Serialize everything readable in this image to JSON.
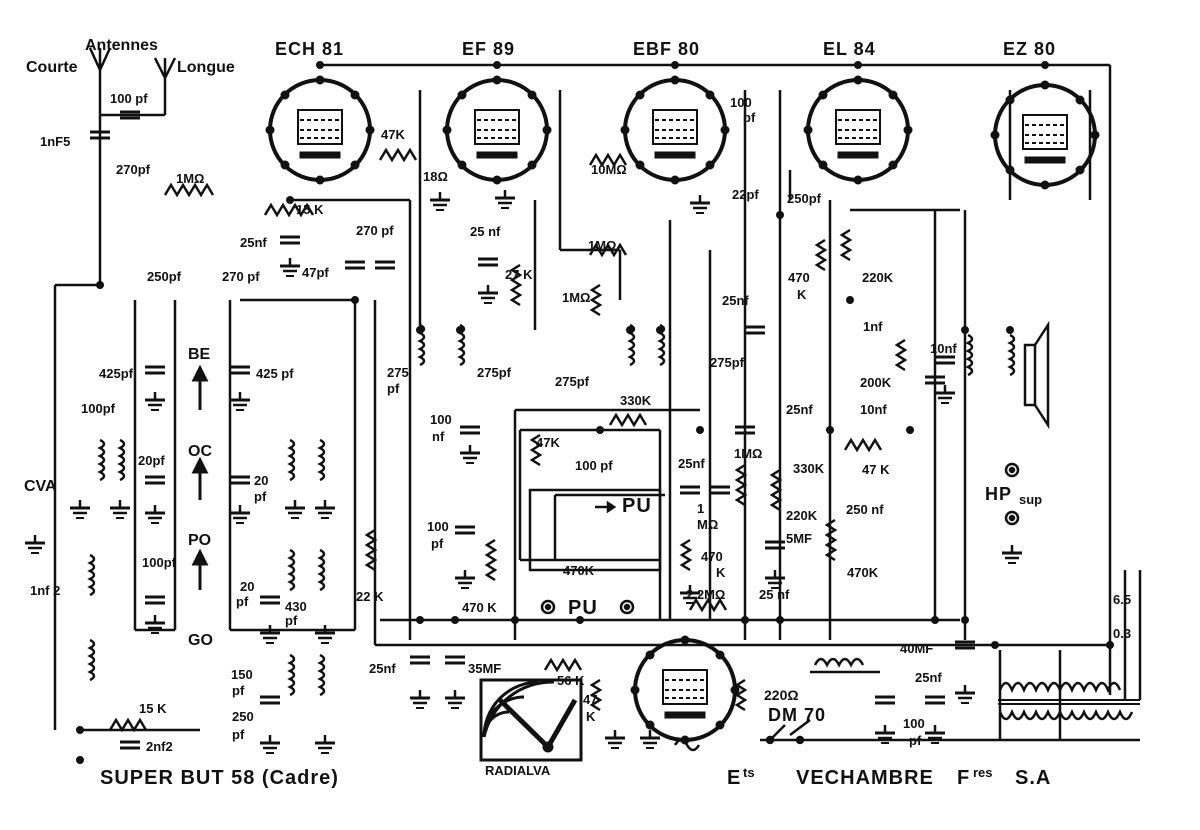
{
  "antennas": {
    "title": "Antennes",
    "short": "Courte",
    "long": "Longue"
  },
  "tubes": {
    "ech81": "ECH 81",
    "ef89": "EF 89",
    "ebf80": "EBF 80",
    "el84": "EL 84",
    "ez80": "EZ 80",
    "dm70": "DM 70"
  },
  "components": {
    "c_100pf_ant": "100 pf",
    "c_1nf5": "1nF5",
    "c_270pf_a": "270pf",
    "r_1mohm_a": "1MΩ",
    "r_47k_a": "47K",
    "r_15k_a": "15   K",
    "c_25nf_a": "25nf",
    "c_270pf_b": "270 pf",
    "c_47pf": "47pf",
    "c_250pf_a": "250pf",
    "c_270pf_c": "270 pf",
    "c_425pf_a": "425pf",
    "c_425pf_b": "425 pf",
    "c_100pf_b": "100pf",
    "c_20pf_a": "20pf",
    "c_20pf_b": "20",
    "c_pf_b": "pf",
    "c_100pf_c": "100pf",
    "c_1nf2": "1nf 2",
    "c_20pf_c": "20",
    "c_pf_c": "pf",
    "c_430pf": "430",
    "c_pf_d": "pf",
    "c_150pf": "150",
    "c_pf_e": "pf",
    "c_250pf_b": "250",
    "c_pf_f": "pf",
    "r_15k_b": "15 K",
    "c_2nf2": "2nf2",
    "r_18ohm": "18Ω",
    "c_25nf_b": "25 nf",
    "r_27k": "27 K",
    "c_275pf_a": "275",
    "c_275pf_a2": "pf",
    "c_275pf_b": "275pf",
    "c_100nf": "100",
    "c_100nf2": "nf",
    "r_10mohm": "10MΩ",
    "c_100pf_d": "100",
    "c_100pf_d2": "pf",
    "c_22pf": "22pf",
    "r_1mohm_b": "1MΩ",
    "r_1mohm_c": "1MΩ",
    "c_275pf_c": "275pf",
    "r_330k_a": "330K",
    "c_25nf_c": "25nf",
    "c_275pf_d": "275pf",
    "r_47k_b": "47K",
    "c_100pf_e": "100 pf",
    "c_25nf_d": "25nf",
    "r_1mohm_d": "1",
    "r_1mohm_d2": "MΩ",
    "r_470k_a": "470",
    "r_470k_a2": "K",
    "c_100pf_f": "100",
    "c_100pf_f2": "pf",
    "r_470k_b": "470K",
    "r_470k_c": "470 K",
    "r_22k": "22 K",
    "r_2m2": "2.2MΩ",
    "c_25nf_e": "25 nf",
    "r_56k": "56 K",
    "r_47k_c": "47",
    "r_47k_c2": "K",
    "c_25nf_f": "25nf",
    "c_35mf": "35MF",
    "c_250pf_c": "250pf",
    "r_470k_d": "470",
    "r_470k_d2": "K",
    "r_220k_a": "220K",
    "c_1nf": "1nf",
    "r_200k": "200K",
    "c_10nf_a": "10nf",
    "c_25nf_g": "25nf",
    "r_47k_d": "47 K",
    "r_1mohm_e": "1MΩ",
    "r_330k_b": "330K",
    "r_220k_b": "220K",
    "c_5mf": "5MF",
    "c_250nf": "250 nf",
    "r_470k_e": "470K",
    "c_10nf_b": "10nf",
    "c_40mf": "40MF",
    "c_25nf_h": "25nf",
    "r_220ohm": "220Ω",
    "c_100pf_g": "100",
    "c_100pf_g2": "pf"
  },
  "bands": {
    "be": "BE",
    "oc": "OC",
    "po": "PO",
    "go": "GO"
  },
  "terminals": {
    "cva": "CVA",
    "pu_box": "PU",
    "pu_jack": "PU",
    "hp": "HP",
    "hp_sub": "sup",
    "v65": "6.5",
    "v03": "0.3"
  },
  "footer": {
    "model": "SUPER  BUT  58  (Cadre)",
    "brand": "RADIALVA",
    "maker_prefix": "E",
    "maker_sup": "ts",
    "maker": "VECHAMBRE",
    "maker_f": "F",
    "maker_fsup": "res",
    "maker_sa": "S.A"
  }
}
